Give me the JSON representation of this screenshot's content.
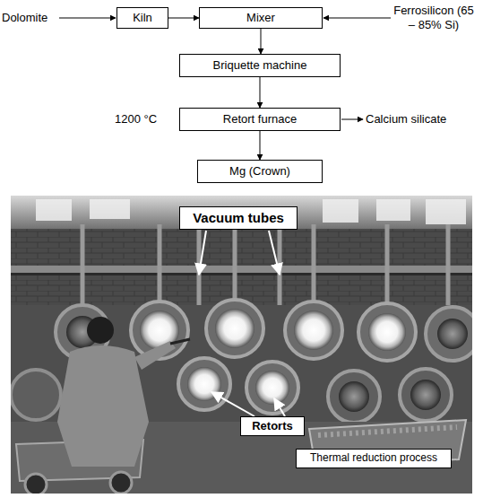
{
  "diagram": {
    "nodes": [
      {
        "text": [
          "Kiln"
        ]
      },
      {
        "text": [
          "Mixer"
        ]
      },
      {
        "text": [
          "Briquette machine"
        ]
      },
      {
        "text": [
          "Retort furnace"
        ]
      },
      {
        "text": [
          "Mg (Crown)"
        ]
      },
      {
        "text": [
          "Vacuum tubes"
        ]
      },
      {
        "text": [
          "Retorts"
        ]
      },
      {
        "text": [
          "Thermal reduction process"
        ]
      }
    ],
    "edges": [
      {
        "from": 0,
        "to": 1,
        "arrow": "to"
      },
      {
        "from": 1,
        "to": 2,
        "arrow": "to"
      },
      {
        "from": 2,
        "to": 3,
        "arrow": "to"
      },
      {
        "from": 3,
        "to": 4,
        "arrow": "to"
      }
    ],
    "labels": [
      "Dolomite",
      "Ferrosilicon (65 – 85% Si)",
      "1200 °C",
      "Calcium silicate"
    ]
  }
}
